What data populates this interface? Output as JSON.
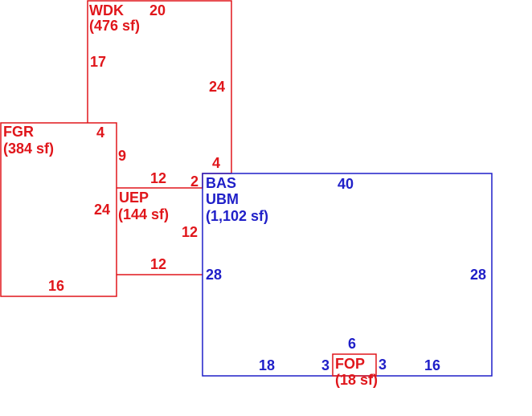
{
  "colors": {
    "red": "#e0161b",
    "blue": "#1f1fc8",
    "background": "#ffffff"
  },
  "areas": {
    "wdk": {
      "code": "WDK",
      "area": "(476 sf)"
    },
    "fgr": {
      "code": "FGR",
      "area": "(384 sf)"
    },
    "uep": {
      "code": "UEP",
      "area": "(144 sf)"
    },
    "bas": {
      "code": "BAS",
      "code2": "UBM",
      "area": "(1,102 sf)"
    },
    "fop": {
      "code": "FOP",
      "area": "(18 sf)"
    }
  },
  "dimensions": {
    "wdk_top": "20",
    "wdk_left": "17",
    "wdk_right": "24",
    "wdk_right_lower": "4",
    "fgr_top": "4",
    "fgr_right_upper": "9",
    "fgr_right": "24",
    "fgr_bottom": "16",
    "uep_top": "12",
    "uep_step": "2",
    "uep_right": "12",
    "uep_bottom": "12",
    "bas_top": "40",
    "bas_left": "28",
    "bas_right": "28",
    "bas_bottom_left": "18",
    "bas_bottom_right": "16",
    "fop_top": "6",
    "fop_left": "3",
    "fop_right": "3"
  }
}
